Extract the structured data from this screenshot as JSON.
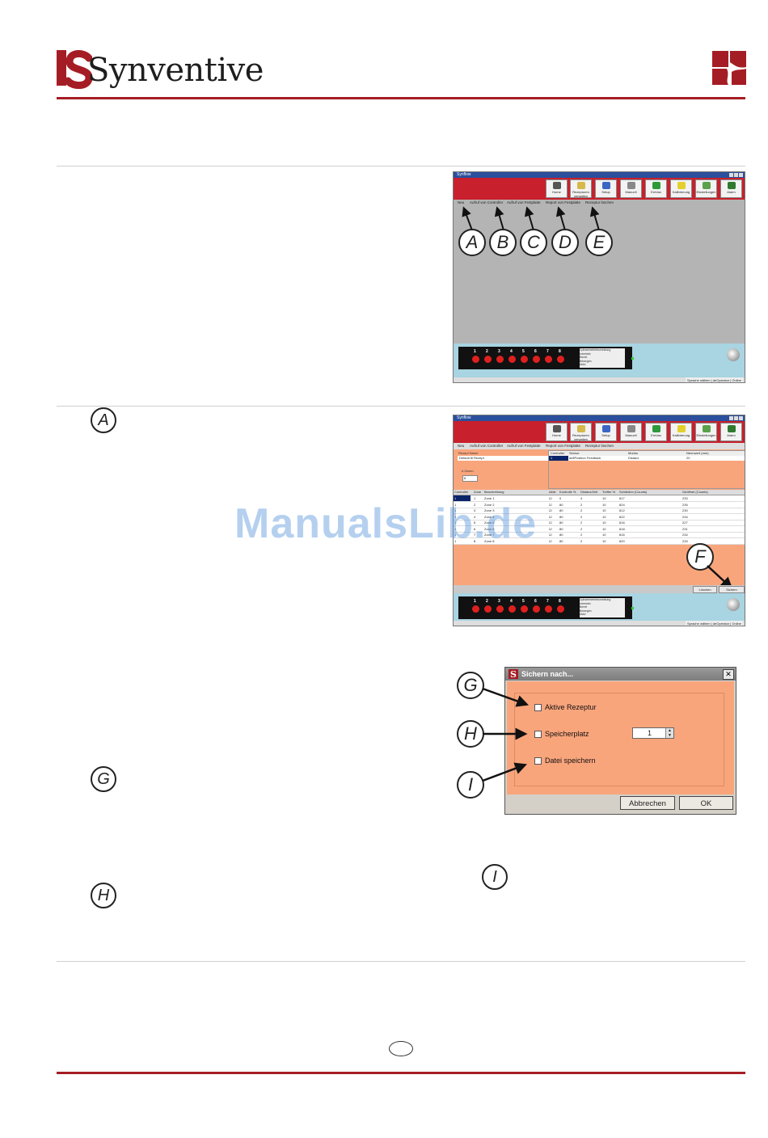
{
  "brand": {
    "name": "Synventive",
    "accent": "#a51d24"
  },
  "watermark": "ManualsLib.de",
  "screenshot1": {
    "title": "Synflow",
    "toolbar": [
      "Home",
      "Rezepturen verwalten",
      "Setup",
      "Manuell",
      "EmVan",
      "Kalibrierung",
      "Einstellungen",
      "Alarm"
    ],
    "menu": [
      "Neu",
      "Aufruf von Controller",
      "Aufruf von Festplatte",
      "Report von Festplatte",
      "Rezeptur löschen"
    ],
    "callouts": [
      "A",
      "B",
      "C",
      "D",
      "E"
    ],
    "zones": [
      "1",
      "2",
      "3",
      "4",
      "5",
      "6",
      "7",
      "8"
    ],
    "legend": [
      "Zylinderbetriebsmeldung",
      "Inbetrieb",
      "Bereit",
      "Bewegen",
      "Aktiv"
    ],
    "footer": "Sprache wählen | deOperator | Online"
  },
  "screenshot2": {
    "title": "Synflow",
    "toolbar": [
      "Home",
      "Rezepturen verwalten",
      "Setup",
      "Manuell",
      "EmVan",
      "Kalibrierung",
      "Einstellungen",
      "Alarm"
    ],
    "menu": [
      "Neu",
      "Aufruf von Controller",
      "Aufruf von Festplatte",
      "Report von Festplatte",
      "Rezeptur löschen"
    ],
    "recipe_label": "Rezept Name",
    "recipe_value": "Default 8l Rezept",
    "zones_label": "# Zonen",
    "zones_value": "8",
    "header_cols": [
      "Controller",
      "Sensor",
      "Modus",
      "Nennwert (mm)"
    ],
    "header_row": [
      "1",
      "deflPosition Feedback",
      "Distanz",
      "20"
    ],
    "table_cols": [
      "Controller",
      "Zone",
      "Beschreibung",
      "Aktiv",
      "Kontrolle %",
      "Distanz/Zeit",
      "Treffer %",
      "Schließen (Counts)",
      "Geöffnet (Counts)"
    ],
    "rows": [
      [
        "1",
        "1",
        "Zone 1",
        "☑",
        "0",
        "4",
        "10",
        "817",
        "233"
      ],
      [
        "1",
        "2",
        "Zone 2",
        "☑",
        "80",
        "2",
        "10",
        "824",
        "235"
      ],
      [
        "1",
        "3",
        "Zone 3",
        "☑",
        "80",
        "2",
        "10",
        "812",
        "230"
      ],
      [
        "1",
        "4",
        "Zone 4",
        "☑",
        "80",
        "2",
        "10",
        "822",
        "234"
      ],
      [
        "1",
        "5",
        "Zone 5",
        "☑",
        "80",
        "2",
        "10",
        "816",
        "227"
      ],
      [
        "1",
        "6",
        "Zone 6",
        "☑",
        "80",
        "2",
        "10",
        "818",
        "231"
      ],
      [
        "1",
        "7",
        "Zone 7",
        "☑",
        "80",
        "2",
        "10",
        "816",
        "234"
      ],
      [
        "1",
        "8",
        "Zone 8",
        "☑",
        "80",
        "2",
        "10",
        "820",
        "233"
      ]
    ],
    "callout": "F",
    "btn_delete": "Löschen",
    "btn_save": "Sichern",
    "zones": [
      "1",
      "2",
      "3",
      "4",
      "5",
      "6",
      "7",
      "8"
    ],
    "legend": [
      "Zylinderbetriebsmeldung",
      "Inbetrieb",
      "Bereit",
      "Bewegen",
      "Aktiv"
    ],
    "footer": "Sprache wählen | deOperator | Online"
  },
  "dialog": {
    "title": "Sichern nach...",
    "options": [
      "Aktive Rezeptur",
      "Speicherplatz",
      "Datei speichern"
    ],
    "slot_value": "1",
    "cancel": "Abbrechen",
    "ok": "OK",
    "callouts": [
      "G",
      "H",
      "I"
    ]
  },
  "left_callouts": [
    "A",
    "G",
    "H"
  ],
  "inline_callout": "I"
}
